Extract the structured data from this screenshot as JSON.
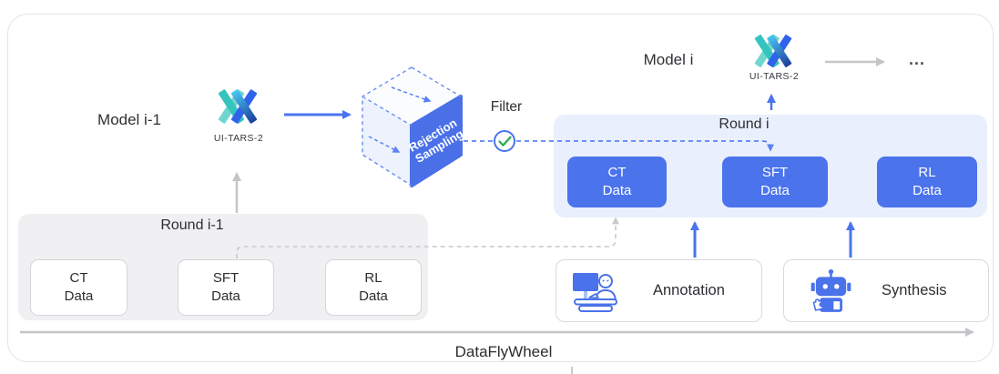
{
  "figure": {
    "models": {
      "prev": {
        "label": "Model i-1",
        "caption": "UI-TARS-2"
      },
      "next": {
        "label": "Model i",
        "caption": "UI-TARS-2",
        "ellipsis": "..."
      }
    },
    "cube": {
      "line1": "Rejection",
      "line2": "Sampling"
    },
    "filter": {
      "label": "Filter"
    },
    "rounds": {
      "prev": {
        "title": "Round i-1",
        "boxes": [
          {
            "l1": "CT",
            "l2": "Data"
          },
          {
            "l1": "SFT",
            "l2": "Data"
          },
          {
            "l1": "RL",
            "l2": "Data"
          }
        ]
      },
      "next": {
        "title": "Round i",
        "boxes": [
          {
            "l1": "CT",
            "l2": "Data"
          },
          {
            "l1": "SFT",
            "l2": "Data"
          },
          {
            "l1": "RL",
            "l2": "Data"
          }
        ]
      }
    },
    "processes": [
      {
        "label": "Annotation"
      },
      {
        "label": "Synthesis"
      }
    ],
    "flywheel": {
      "label": "DataFlyWheel"
    },
    "colors": {
      "accent_blue": "#4b73ec",
      "dashed_blue": "#5b82f2",
      "panel_blue": "#e9effc",
      "panel_gray": "#f0f0f2",
      "check_green": "#2fae53",
      "arrow_gray": "#c4c4c8",
      "logo_teal": "#35c4bd",
      "logo_teal_light": "#6fd6cf",
      "logo_navy": "#1d3f9e",
      "logo_blue": "#2e63ea",
      "logo_sky": "#49c7f0"
    }
  }
}
